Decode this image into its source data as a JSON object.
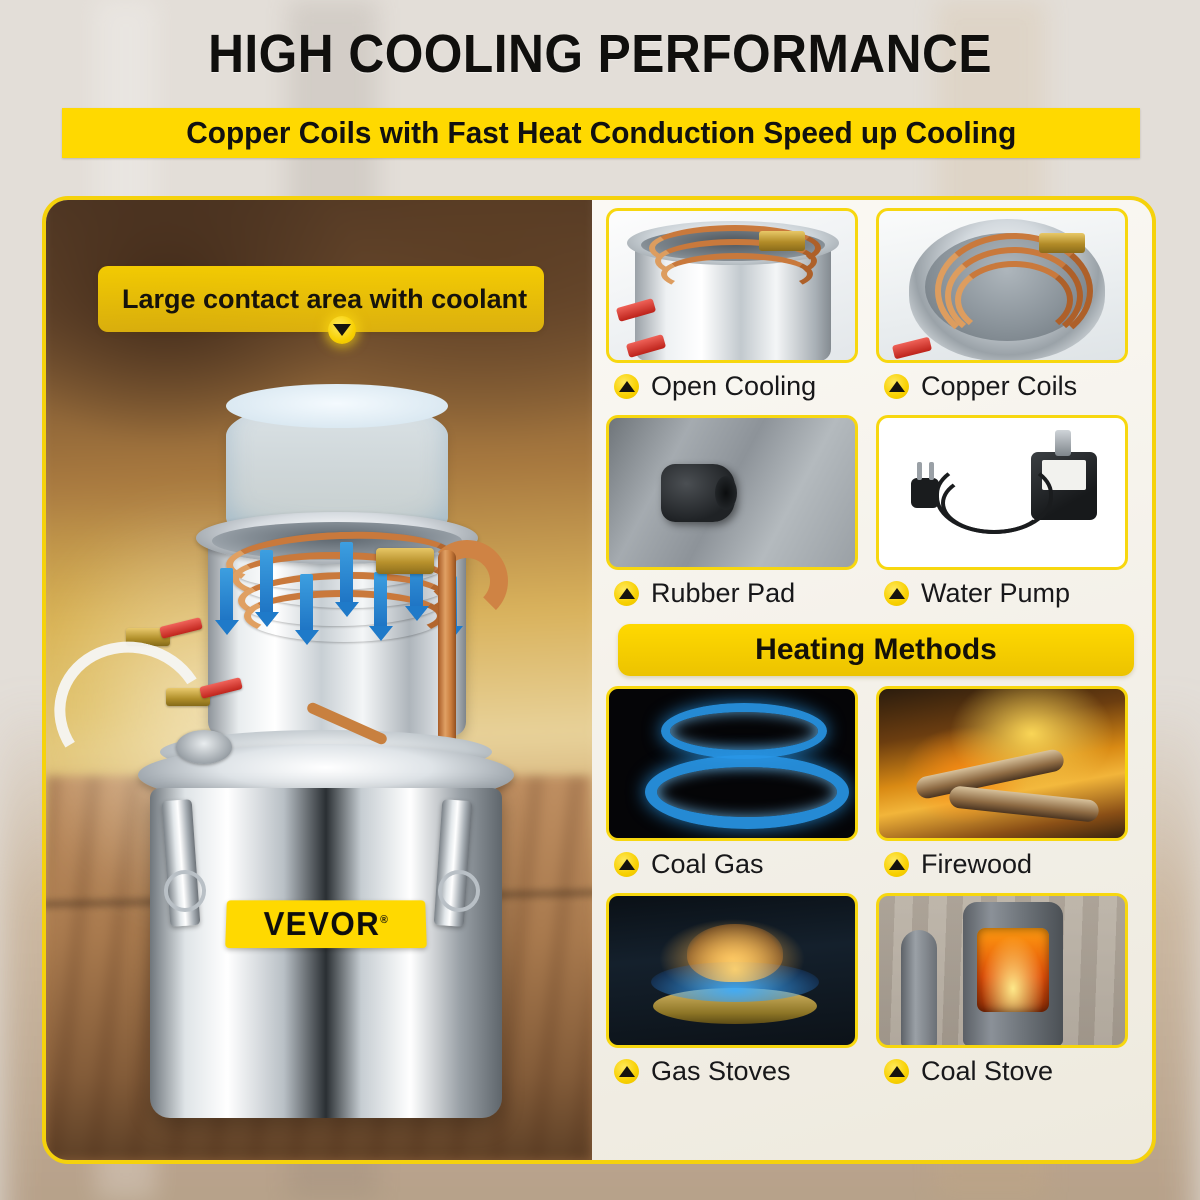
{
  "header": {
    "title": "HIGH COOLING PERFORMANCE",
    "subtitle": "Copper Coils with Fast Heat Conduction Speed up Cooling"
  },
  "left_panel": {
    "callout": "Large contact area with coolant",
    "callout_arrow_icon": "triangle-down-icon",
    "brand": "VEVOR",
    "brand_mark": "®",
    "flow_arrow_icon": "arrow-down-icon",
    "flow_arrow_count": 7
  },
  "feature_cards": [
    {
      "label": "Open Cooling",
      "badge_icon": "triangle-up-icon",
      "image": "open-cooling-photo"
    },
    {
      "label": "Copper Coils",
      "badge_icon": "triangle-up-icon",
      "image": "copper-coils-photo"
    },
    {
      "label": "Rubber Pad",
      "badge_icon": "triangle-up-icon",
      "image": "rubber-pad-photo"
    },
    {
      "label": "Water Pump",
      "badge_icon": "triangle-up-icon",
      "image": "water-pump-photo"
    }
  ],
  "heating": {
    "banner": "Heating Methods",
    "cards": [
      {
        "label": "Coal Gas",
        "badge_icon": "triangle-up-icon",
        "image": "coal-gas-photo"
      },
      {
        "label": "Firewood",
        "badge_icon": "triangle-up-icon",
        "image": "firewood-photo"
      },
      {
        "label": "Gas Stoves",
        "badge_icon": "triangle-up-icon",
        "image": "gas-stoves-photo"
      },
      {
        "label": "Coal Stove",
        "badge_icon": "triangle-up-icon",
        "image": "coal-stove-photo"
      }
    ]
  },
  "colors": {
    "accent_yellow": "#FFD900",
    "border_yellow": "#F5D20C",
    "text_dark": "#111111",
    "panel_cream": "#F6F3EC",
    "arrow_blue": "#1F7AC9",
    "copper": "#C9793C"
  }
}
